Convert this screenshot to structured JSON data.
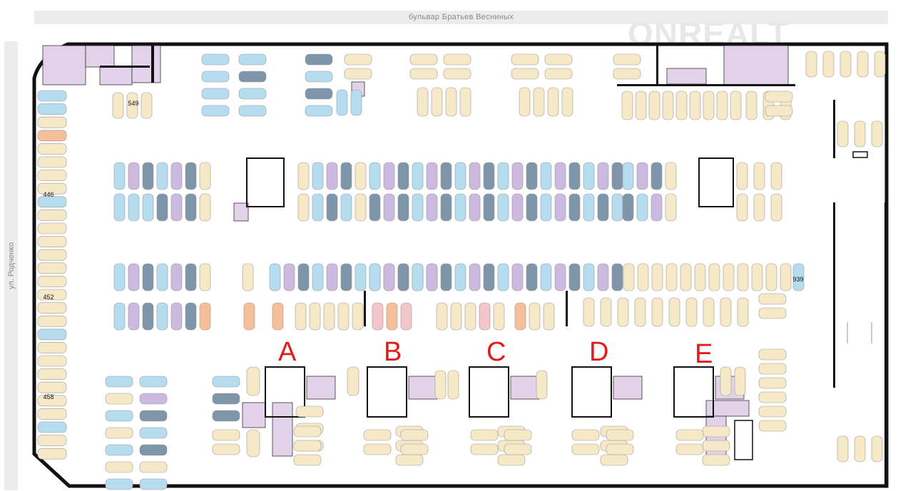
{
  "streets": {
    "top": "бульвар Братьев Весниных",
    "left": "ул. Родченко"
  },
  "sections": [
    "A",
    "B",
    "C",
    "D",
    "E"
  ],
  "spot_numbers": [
    "549",
    "446",
    "452",
    "458",
    "939"
  ],
  "watermark": "ONREALT",
  "legend_colors": {
    "light_blue": "#b5dcef",
    "dark_blue": "#7f95aa",
    "purple": "#cbb9e0",
    "cream": "#f6e9c8",
    "orange": "#f5bf9a",
    "pink": "#f3c6cc",
    "utility": "#e3d3ea",
    "label_red": "#e21b1b"
  }
}
